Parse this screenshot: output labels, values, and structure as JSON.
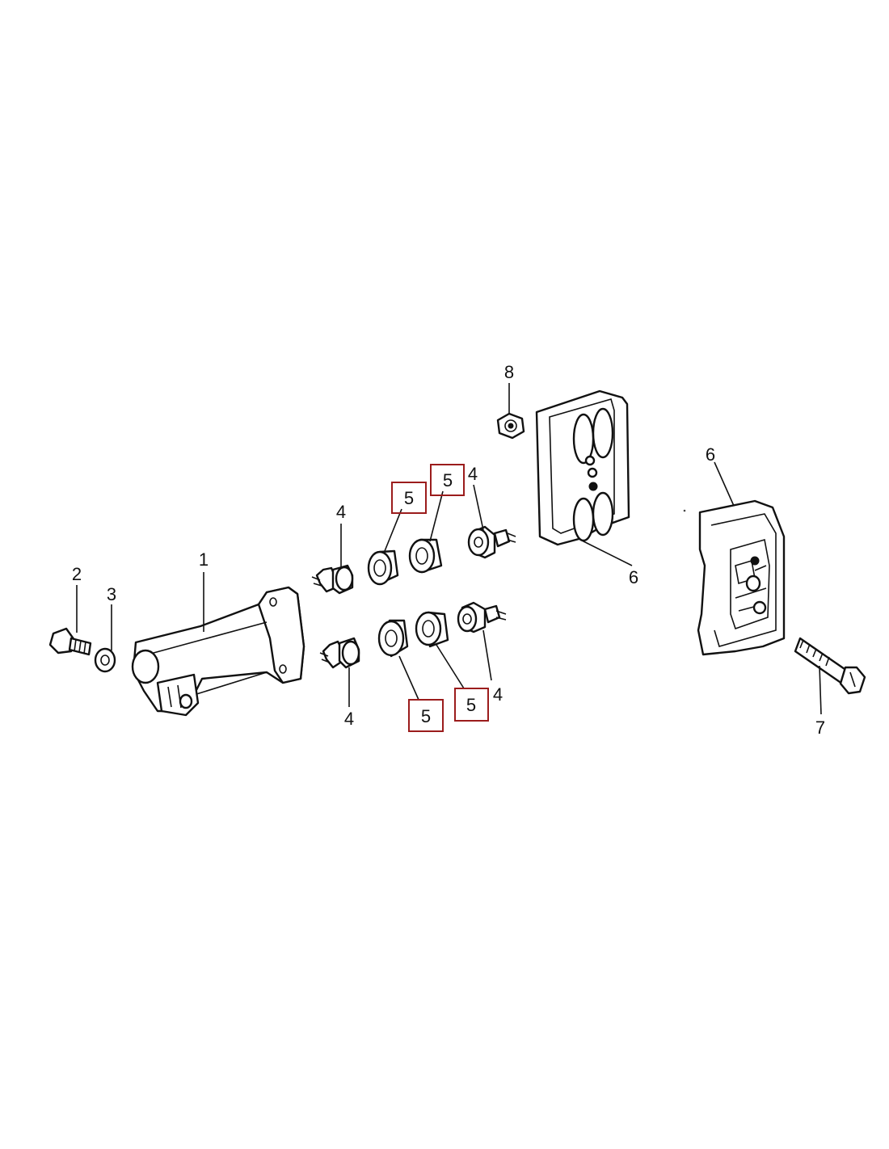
{
  "callouts": {
    "part_1": "1",
    "part_2": "2",
    "part_3": "3",
    "part_4": "4",
    "part_5": "5",
    "part_6": "6",
    "part_7": "7",
    "part_8": "8"
  },
  "highlight_color": "#9b1c1c"
}
